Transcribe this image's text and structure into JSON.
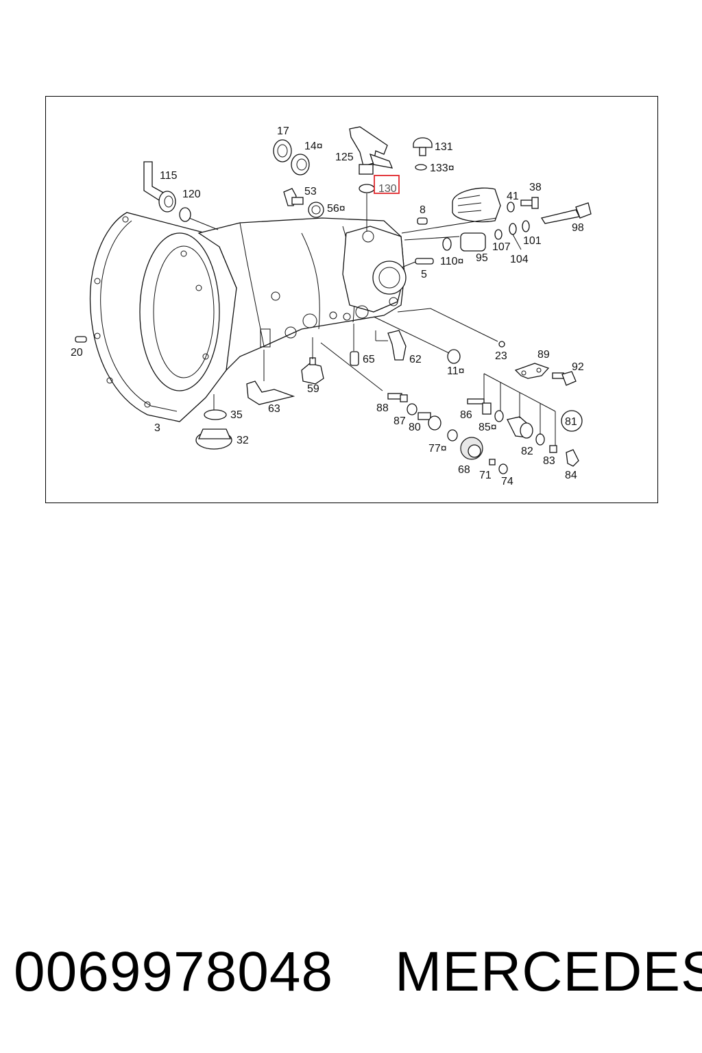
{
  "part_number": "0069978048",
  "brand": "MERCEDES",
  "highlight_color": "#e0262b",
  "highlighted_part": "130",
  "labels": {
    "l17": "17",
    "l14": "14¤",
    "l125": "125",
    "l131": "131",
    "l133": "133¤",
    "l115": "115",
    "l130": "130",
    "l120": "120",
    "l53": "53",
    "l56": "56¤",
    "l8": "8",
    "l41": "41",
    "l38": "38",
    "l98": "98",
    "l107": "107",
    "l101": "101",
    "l110": "110¤",
    "l95": "95",
    "l104": "104",
    "l5": "5",
    "l20": "20",
    "l23": "23",
    "l89": "89",
    "l92": "92",
    "l65": "65",
    "l62": "62",
    "l11": "11¤",
    "l59": "59",
    "l88": "88",
    "l63": "63",
    "l87": "87",
    "l80": "80",
    "l86": "86",
    "l85": "85¤",
    "l81": "81",
    "l35": "35",
    "l3": "3",
    "l77": "77¤",
    "l82": "82",
    "l32": "32",
    "l83": "83",
    "l68": "68",
    "l71": "71",
    "l74": "74",
    "l84": "84"
  }
}
